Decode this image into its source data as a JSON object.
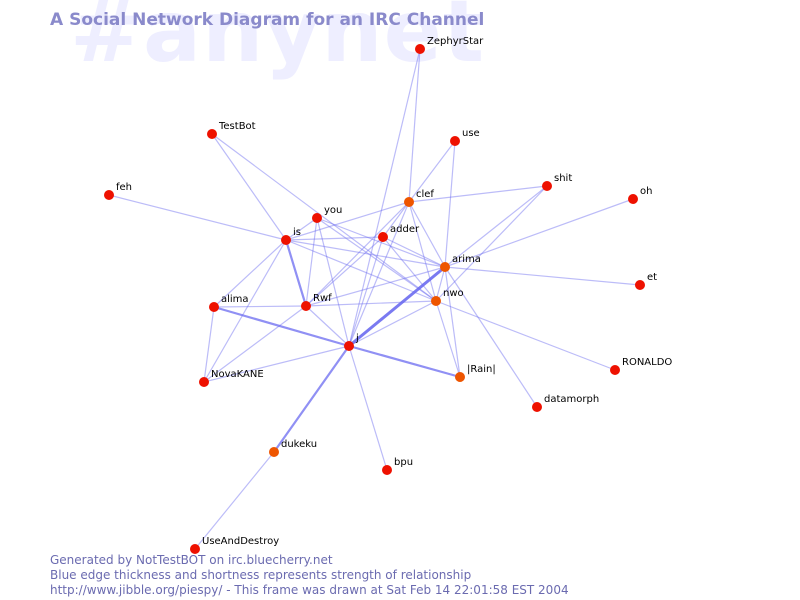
{
  "watermark": "#anynet",
  "title": "A Social Network Diagram for an IRC Channel",
  "colors": {
    "background": "#ffffff",
    "edge": "#6b6bf0",
    "node_strong": "#ee1100",
    "node_weak": "#ee5500",
    "title": "#8a8acb",
    "watermark": "#eeeeff",
    "footer": "#6b6bb0"
  },
  "nodes": [
    {
      "id": "ZephyrStar",
      "label": "ZephyrStar",
      "tone": "strong"
    },
    {
      "id": "TestBot",
      "label": "TestBot",
      "tone": "strong"
    },
    {
      "id": "use",
      "label": "use",
      "tone": "strong"
    },
    {
      "id": "shit",
      "label": "shit",
      "tone": "strong"
    },
    {
      "id": "feh",
      "label": "feh",
      "tone": "strong"
    },
    {
      "id": "oh",
      "label": "oh",
      "tone": "strong"
    },
    {
      "id": "clef",
      "label": "clef",
      "tone": "weak"
    },
    {
      "id": "you",
      "label": "you",
      "tone": "strong"
    },
    {
      "id": "is",
      "label": "is",
      "tone": "strong"
    },
    {
      "id": "adder",
      "label": "adder",
      "tone": "strong"
    },
    {
      "id": "arima",
      "label": "arima",
      "tone": "weak"
    },
    {
      "id": "et",
      "label": "et",
      "tone": "strong"
    },
    {
      "id": "nwo",
      "label": "nwo",
      "tone": "weak"
    },
    {
      "id": "alima",
      "label": "alima",
      "tone": "strong"
    },
    {
      "id": "Rwf",
      "label": "Rwf",
      "tone": "strong"
    },
    {
      "id": "j",
      "label": "j",
      "tone": "strong"
    },
    {
      "id": "RONALDO",
      "label": "RONALDO",
      "tone": "strong"
    },
    {
      "id": "Rain",
      "label": "|Rain|",
      "tone": "weak"
    },
    {
      "id": "NovaKANE",
      "label": "NovaKANE",
      "tone": "strong"
    },
    {
      "id": "datamorph",
      "label": "datamorph",
      "tone": "strong"
    },
    {
      "id": "dukeku",
      "label": "dukeku",
      "tone": "weak"
    },
    {
      "id": "bpu",
      "label": "bpu",
      "tone": "strong"
    },
    {
      "id": "UseAndDestroy",
      "label": "UseAndDestroy",
      "tone": "strong"
    }
  ],
  "edges": [
    [
      "ZephyrStar",
      "clef",
      1
    ],
    [
      "ZephyrStar",
      "j",
      1
    ],
    [
      "TestBot",
      "is",
      1
    ],
    [
      "TestBot",
      "nwo",
      1
    ],
    [
      "use",
      "clef",
      1
    ],
    [
      "use",
      "arima",
      1
    ],
    [
      "shit",
      "arima",
      1
    ],
    [
      "shit",
      "nwo",
      1
    ],
    [
      "shit",
      "clef",
      1
    ],
    [
      "feh",
      "is",
      1
    ],
    [
      "oh",
      "arima",
      1
    ],
    [
      "et",
      "arima",
      1
    ],
    [
      "RONALDO",
      "nwo",
      1
    ],
    [
      "datamorph",
      "arima",
      1
    ],
    [
      "bpu",
      "j",
      1
    ],
    [
      "UseAndDestroy",
      "dukeku",
      1
    ],
    [
      "dukeku",
      "j",
      2
    ],
    [
      "clef",
      "is",
      1
    ],
    [
      "clef",
      "arima",
      1
    ],
    [
      "clef",
      "nwo",
      1
    ],
    [
      "clef",
      "j",
      1
    ],
    [
      "clef",
      "adder",
      1
    ],
    [
      "clef",
      "Rwf",
      1
    ],
    [
      "you",
      "is",
      1
    ],
    [
      "you",
      "arima",
      1
    ],
    [
      "you",
      "nwo",
      1
    ],
    [
      "you",
      "Rwf",
      1
    ],
    [
      "you",
      "j",
      1
    ],
    [
      "is",
      "adder",
      1
    ],
    [
      "is",
      "arima",
      1
    ],
    [
      "is",
      "nwo",
      1
    ],
    [
      "is",
      "Rwf",
      2
    ],
    [
      "is",
      "alima",
      1
    ],
    [
      "is",
      "NovaKANE",
      1
    ],
    [
      "adder",
      "arima",
      1
    ],
    [
      "adder",
      "nwo",
      1
    ],
    [
      "adder",
      "j",
      1
    ],
    [
      "adder",
      "Rwf",
      1
    ],
    [
      "arima",
      "nwo",
      1
    ],
    [
      "arima",
      "j",
      3
    ],
    [
      "arima",
      "Rwf",
      1
    ],
    [
      "arima",
      "Rain",
      1
    ],
    [
      "nwo",
      "j",
      1
    ],
    [
      "nwo",
      "Rwf",
      1
    ],
    [
      "nwo",
      "Rain",
      1
    ],
    [
      "alima",
      "j",
      2
    ],
    [
      "alima",
      "NovaKANE",
      1
    ],
    [
      "alima",
      "Rwf",
      1
    ],
    [
      "Rwf",
      "j",
      1
    ],
    [
      "Rwf",
      "NovaKANE",
      1
    ],
    [
      "j",
      "Rain",
      2
    ],
    [
      "j",
      "NovaKANE",
      1
    ]
  ],
  "footer": {
    "line1": "Generated by NotTestBOT on irc.bluecherry.net",
    "line2": "Blue edge thickness and shortness represents strength of relationship",
    "line3": "http://www.jibble.org/piespy/ - This frame was drawn at Sat Feb 14 22:01:58 EST 2004"
  }
}
